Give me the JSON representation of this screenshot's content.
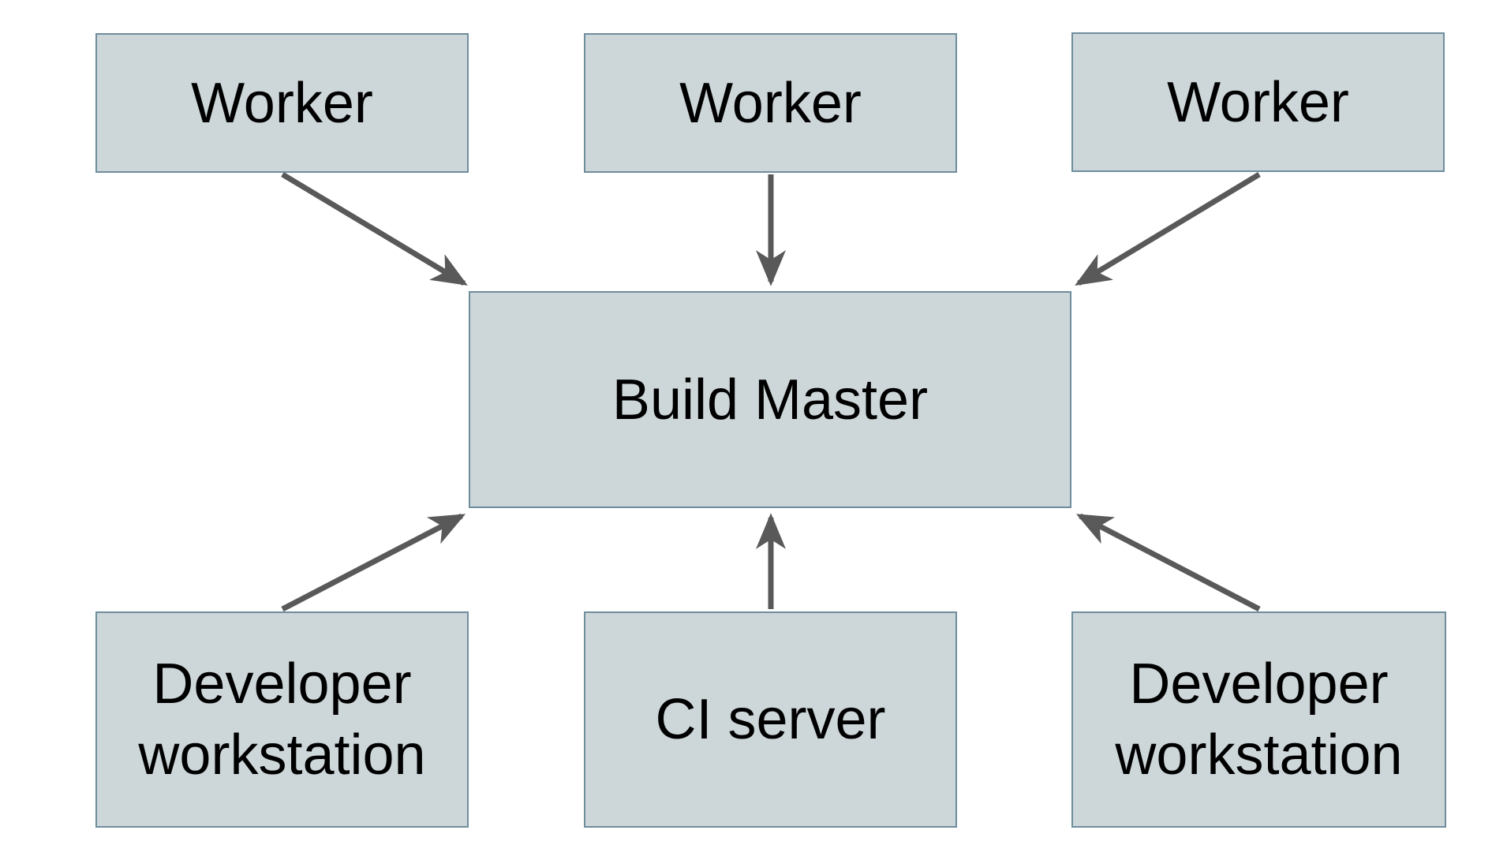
{
  "diagram": {
    "nodes": [
      {
        "id": "worker-1",
        "label": "Worker"
      },
      {
        "id": "worker-2",
        "label": "Worker"
      },
      {
        "id": "worker-3",
        "label": "Worker"
      },
      {
        "id": "build-master",
        "label": "Build Master"
      },
      {
        "id": "developer-workstation-left",
        "label": "Developer workstation"
      },
      {
        "id": "ci-server",
        "label": "CI server"
      },
      {
        "id": "developer-workstation-right",
        "label": "Developer workstation"
      }
    ],
    "edges": [
      {
        "from": "worker-1",
        "to": "build-master",
        "direction": "down-right"
      },
      {
        "from": "worker-2",
        "to": "build-master",
        "direction": "down"
      },
      {
        "from": "worker-3",
        "to": "build-master",
        "direction": "down-left"
      },
      {
        "from": "developer-workstation-left",
        "to": "build-master",
        "direction": "up-right"
      },
      {
        "from": "ci-server",
        "to": "build-master",
        "direction": "up"
      },
      {
        "from": "developer-workstation-right",
        "to": "build-master",
        "direction": "up-left"
      }
    ]
  },
  "colors": {
    "background": "#ffffff",
    "node_fill": "#cdd6d9",
    "node_border": "#6f8d9c",
    "arrow": "#595959",
    "text": "#000000"
  }
}
